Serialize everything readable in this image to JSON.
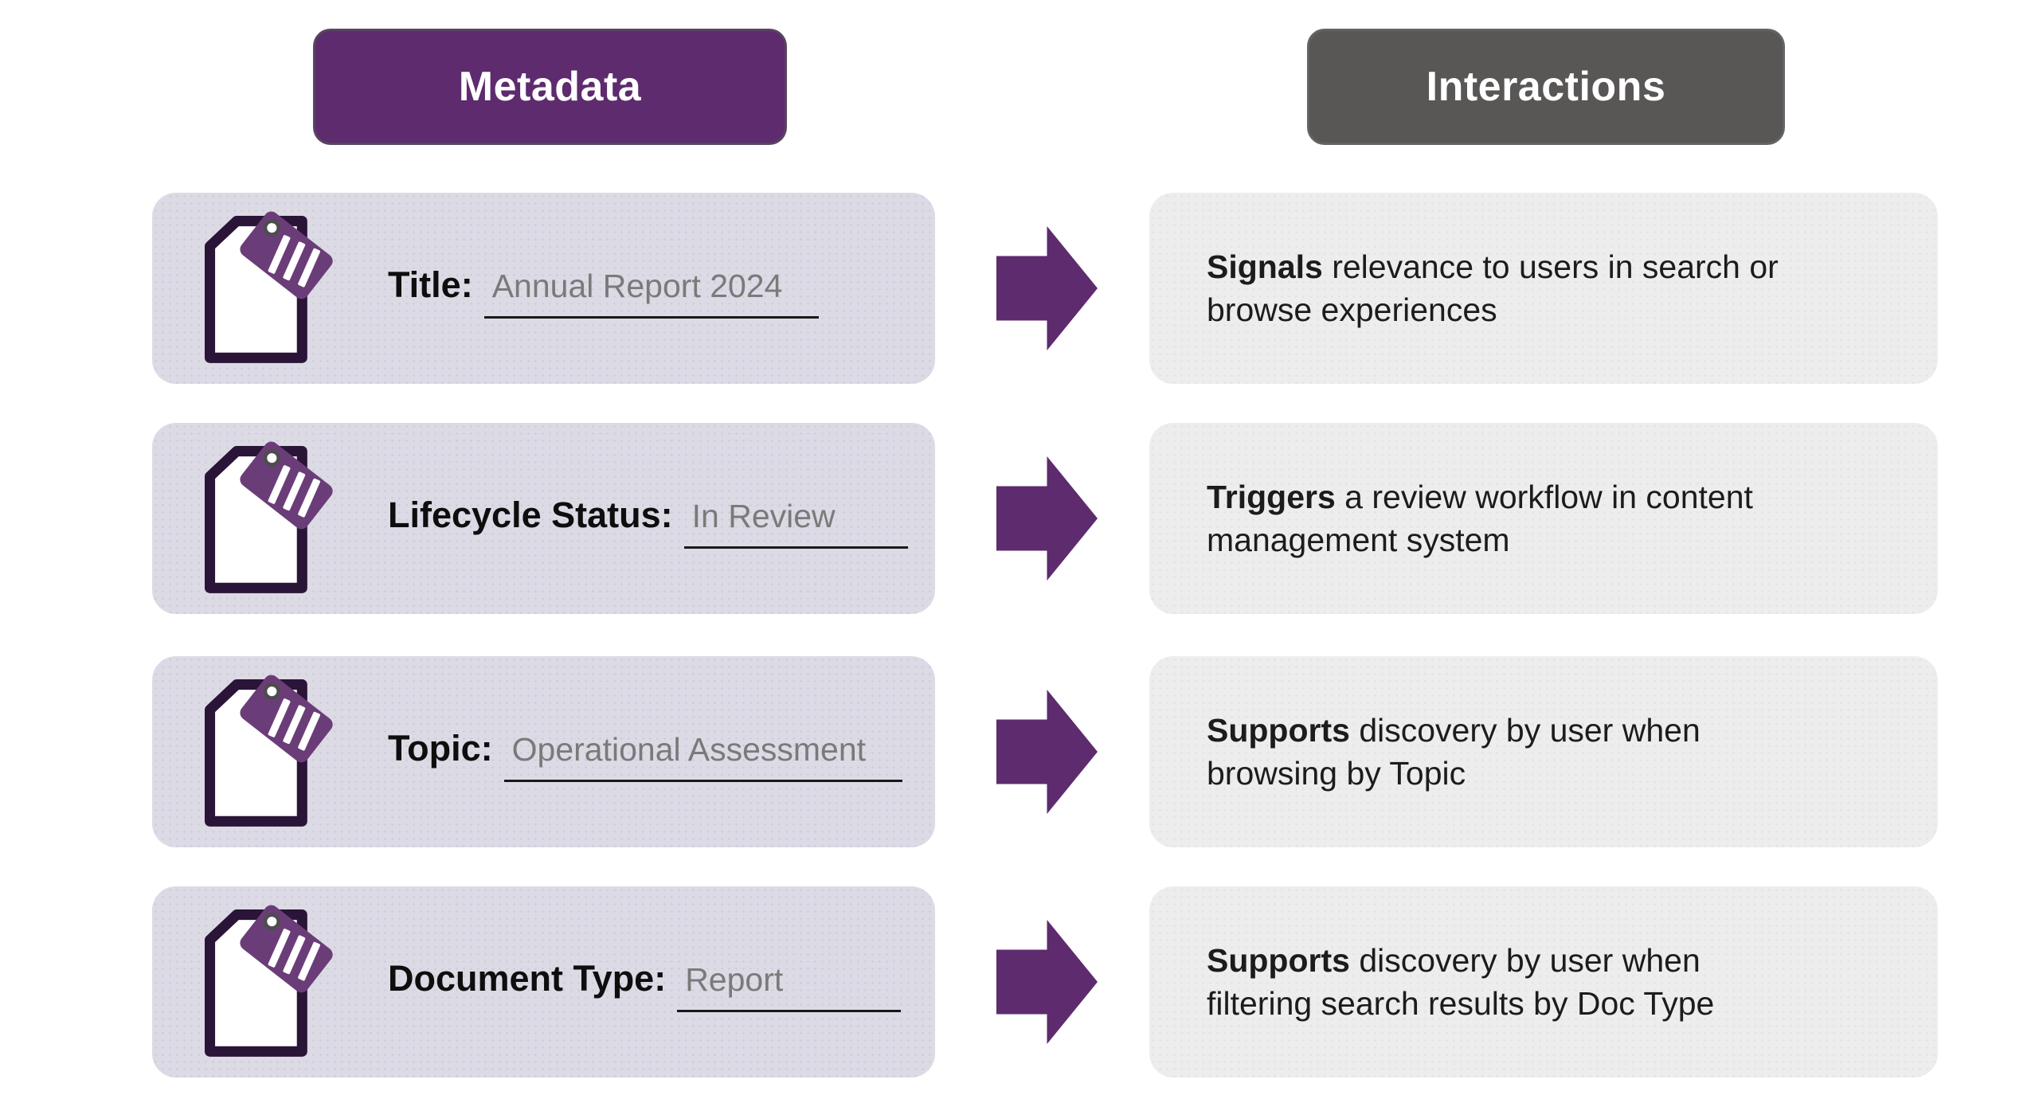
{
  "headers": {
    "metadata": "Metadata",
    "interactions": "Interactions"
  },
  "colors": {
    "purple": "#5d2b6e",
    "dark_gray": "#595656",
    "metadata_card_bg": "#dcdae4",
    "interaction_card_bg": "#eeedee",
    "tag_purple": "#6b3d78",
    "doc_outline": "#2a1438",
    "value_gray": "#7a7a7a",
    "underline": "#191919",
    "description_text": "#1c1c1c"
  },
  "icons": {
    "metadata_row_icon": "document-with-tag-icon",
    "connector": "right-arrow-icon"
  },
  "rows": [
    {
      "metadata": {
        "label": "Title:",
        "value": "Annual Report 2024"
      },
      "interaction": {
        "bold": "Signals",
        "line1_rest": " relevance to users in search or",
        "line2": "browse experiences"
      }
    },
    {
      "metadata": {
        "label": "Lifecycle Status:",
        "value": "In Review"
      },
      "interaction": {
        "bold": "Triggers",
        "line1_rest": " a review workflow in content",
        "line2": "management system"
      }
    },
    {
      "metadata": {
        "label": "Topic:",
        "value": "Operational Assessment"
      },
      "interaction": {
        "bold": "Supports",
        "line1_rest": " discovery by user when",
        "line2": "browsing by Topic"
      }
    },
    {
      "metadata": {
        "label": "Document Type:",
        "value": "Report"
      },
      "interaction": {
        "bold": "Supports",
        "line1_rest": " discovery by user when",
        "line2": "filtering search results by Doc Type"
      }
    }
  ]
}
